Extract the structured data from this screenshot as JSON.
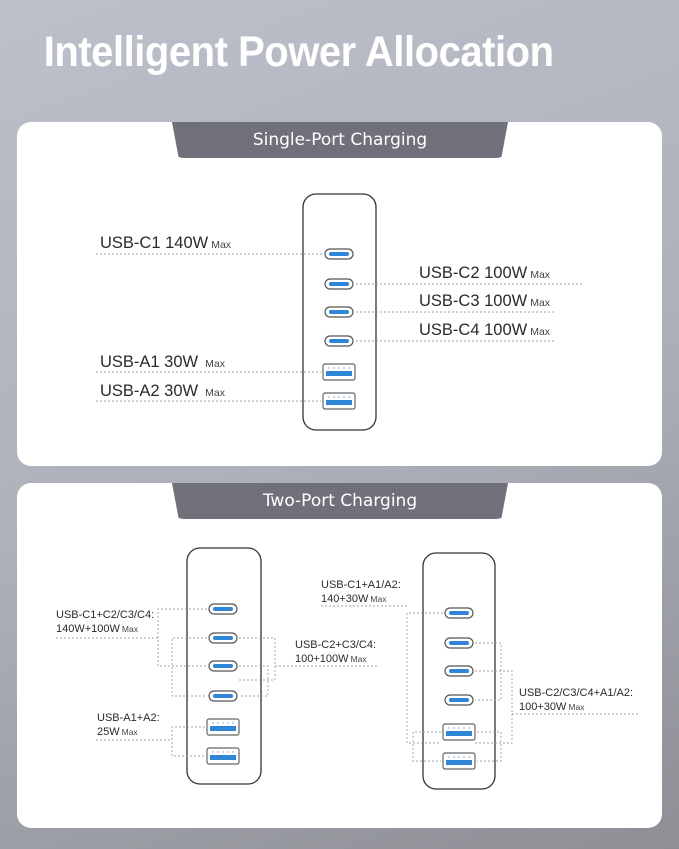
{
  "title": "Intelligent Power Allocation",
  "colors": {
    "background": "#b4b7c0",
    "panel": "#ffffff",
    "tab": "#6f7079",
    "port_blue": "#2f86d6",
    "line": "#9a9a9a"
  },
  "single_port": {
    "tab_label": "Single-Port Charging",
    "ports": [
      {
        "name": "USB-C1 140W",
        "max": "Max"
      },
      {
        "name": "USB-C2 100W",
        "max": "Max"
      },
      {
        "name": "USB-C3 100W",
        "max": "Max"
      },
      {
        "name": "USB-C4 100W",
        "max": "Max"
      },
      {
        "name": "USB-A1 30W",
        "max": "Max"
      },
      {
        "name": "USB-A2 30W",
        "max": "Max"
      }
    ]
  },
  "two_port": {
    "tab_label": "Two-Port Charging",
    "left_device": {
      "groups": [
        {
          "line1": "USB-C1+C2/C3/C4:",
          "line2": "140W+100W",
          "max": "Max"
        },
        {
          "line1": "USB-C2+C3/C4:",
          "line2": "100+100W",
          "max": "Max"
        },
        {
          "line1": "USB-A1+A2:",
          "line2": "25W",
          "max": "Max"
        }
      ]
    },
    "right_device": {
      "groups": [
        {
          "line1": "USB-C1+A1/A2:",
          "line2": "140+30W",
          "max": "Max"
        },
        {
          "line1": "USB-C2/C3/C4+A1/A2:",
          "line2": "100+30W",
          "max": "Max"
        }
      ]
    }
  }
}
